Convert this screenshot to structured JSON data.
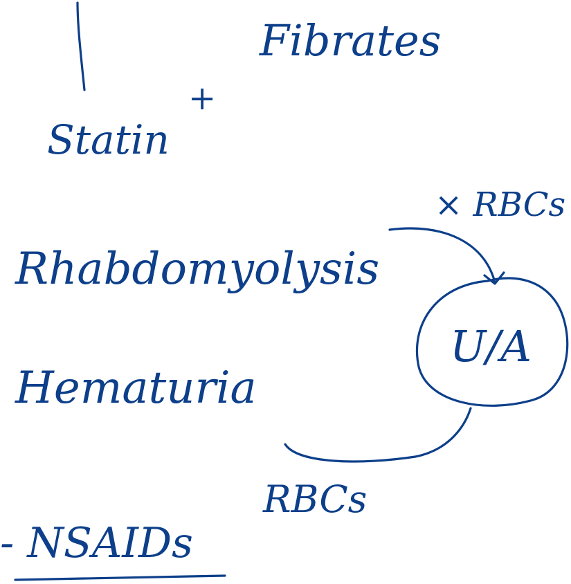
{
  "note": {
    "fibrates": "Fibrates",
    "plus": "+",
    "statin": "Statin",
    "rbc_absent": "× RBCs",
    "rhabdomyolysis": "Rhabdomyolysis",
    "ua": "U/A",
    "hematuria": "Hematuria",
    "rbcs": "RBCs",
    "nsaids": "- NSAIDs"
  },
  "ink_color": "#0d3f8a"
}
